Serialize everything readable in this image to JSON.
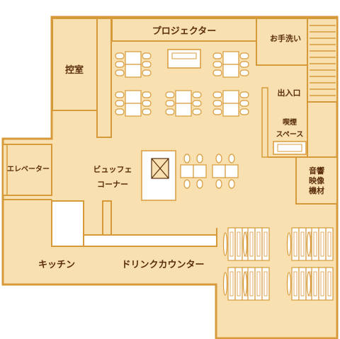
{
  "colors": {
    "floor": "#f9e0b0",
    "wall": "#d79a3a",
    "furniture": "#ffffff",
    "text": "#5a2e0c"
  },
  "labels": {
    "projector": "プロジェクター",
    "restroom": "お手洗い",
    "waiting_room": "控室",
    "entrance": "出入口",
    "smoking_line1": "喫煙",
    "smoking_line2": "スペース",
    "elevator": "エレベーター",
    "buffet_line1": "ビュッフェ",
    "buffet_line2": "コーナー",
    "av_line1": "音響",
    "av_line2": "映像",
    "av_line3": "機材",
    "kitchen": "キッチン",
    "drink_counter": "ドリンクカウンター"
  }
}
